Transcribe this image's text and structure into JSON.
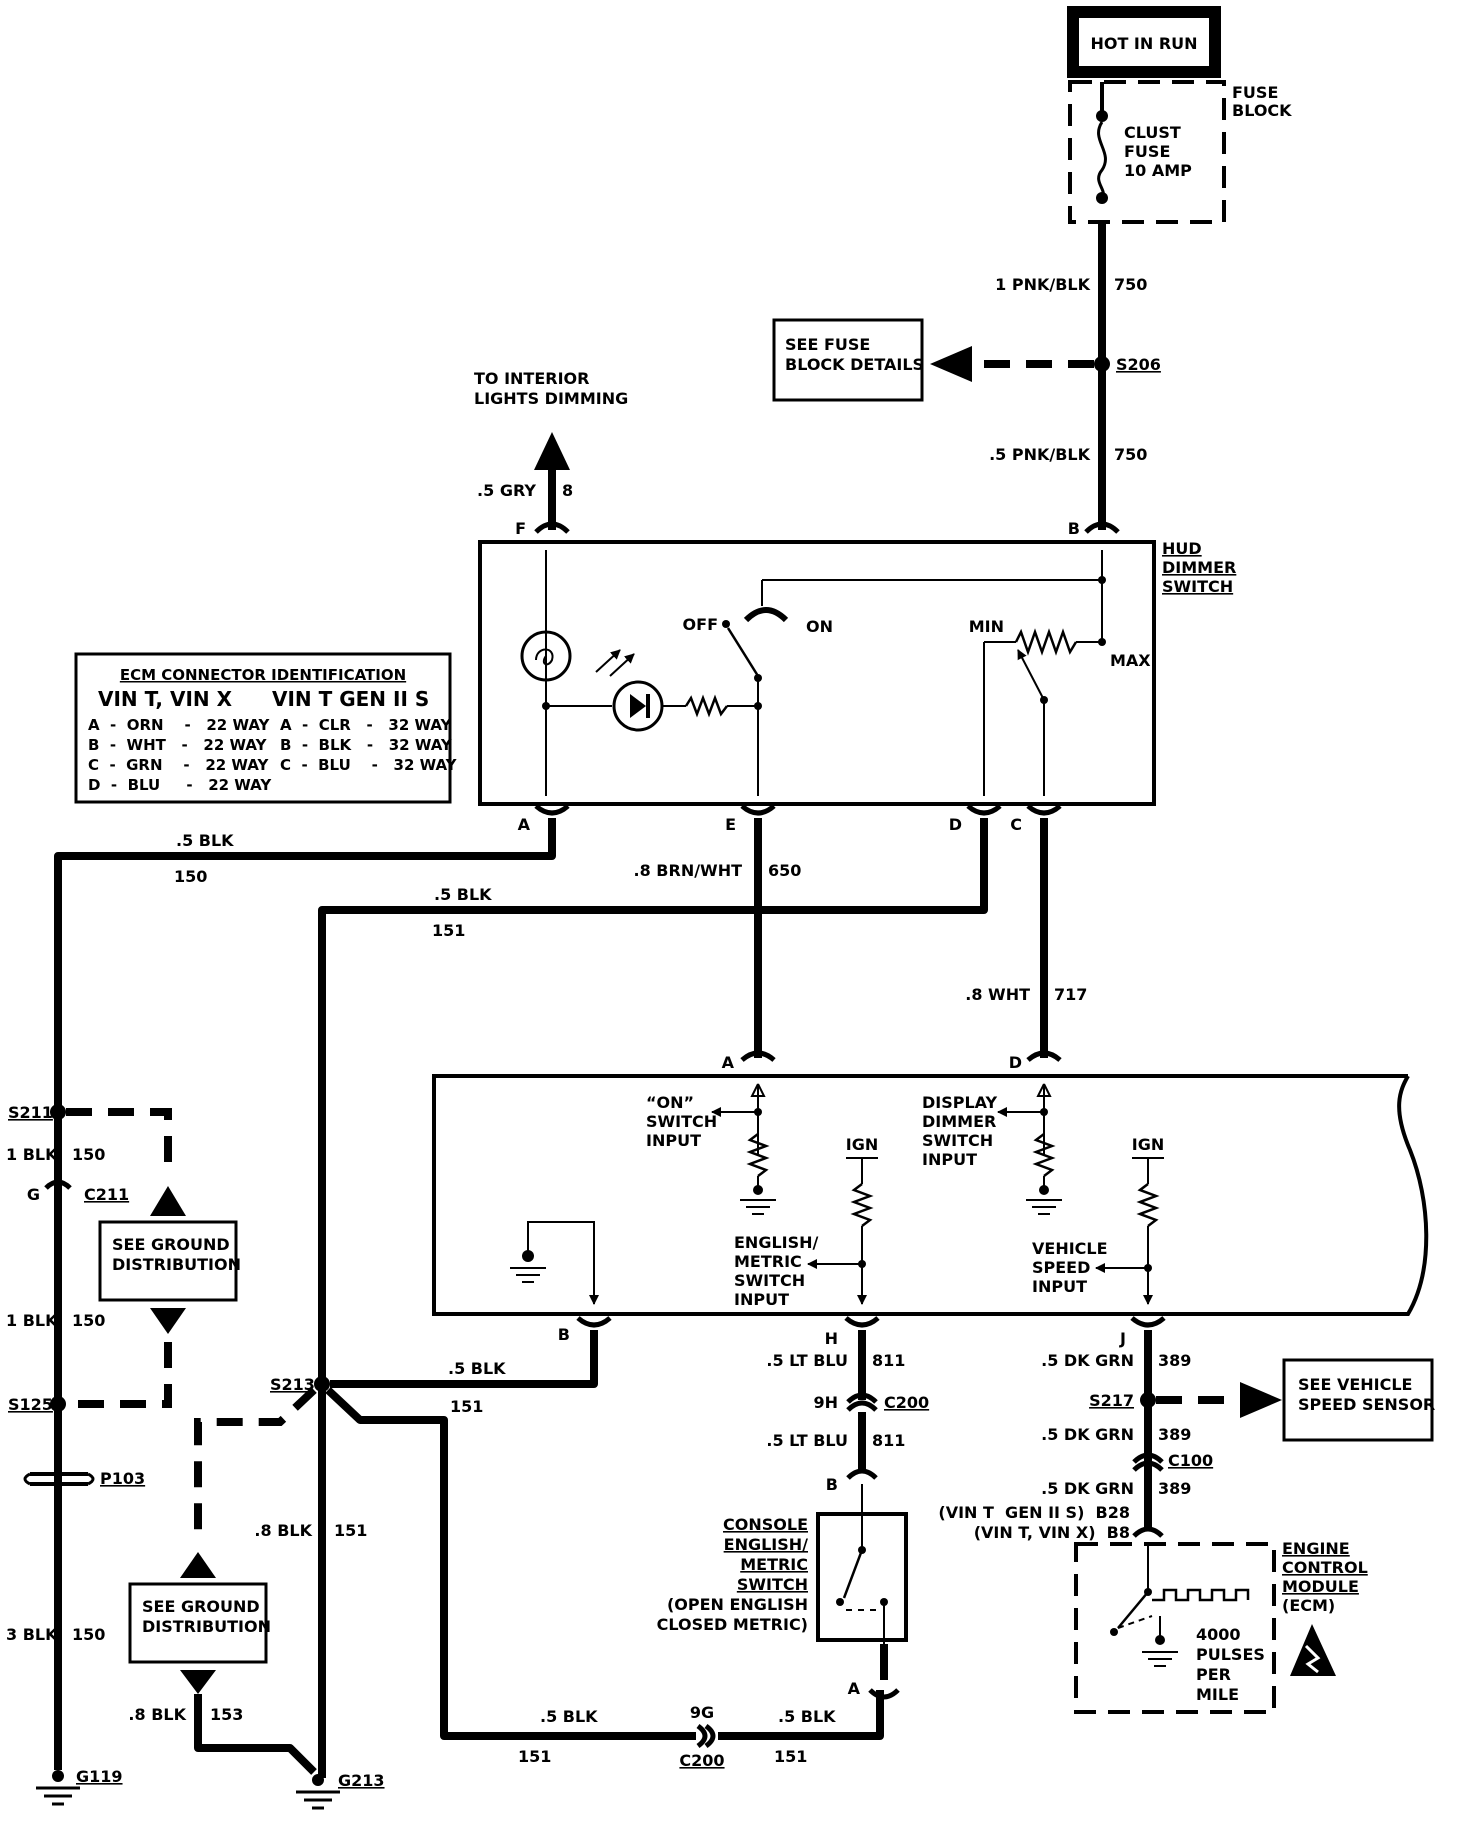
{
  "power": {
    "hot_in_run": "HOT IN RUN"
  },
  "fuse_block": {
    "title_1": "FUSE",
    "title_2": "BLOCK",
    "fuse_1": "CLUST",
    "fuse_2": "FUSE",
    "fuse_3": "10 AMP"
  },
  "see_fuse_block": {
    "line_1": "SEE FUSE",
    "line_2": "BLOCK DETAILS"
  },
  "interior": {
    "line_1": "TO INTERIOR",
    "line_2": "LIGHTS DIMMING"
  },
  "hud": {
    "title_1": "HUD",
    "title_2": "DIMMER",
    "title_3": "SWITCH",
    "off": "OFF",
    "on": "ON",
    "min": "MIN",
    "max": "MAX"
  },
  "ecm_id": {
    "title": "ECM CONNECTOR IDENTIFICATION",
    "col1_head": "VIN T, VIN X",
    "col2_head": "VIN T  GEN II S",
    "col1": [
      "A  -  ORN    -   22 WAY",
      "B  -  WHT   -   22 WAY",
      "C  -  GRN    -   22 WAY",
      "D  -  BLU     -   22 WAY"
    ],
    "col2": [
      "A  -  CLR   -   32 WAY",
      "B  -  BLK   -   32 WAY",
      "C  -  BLU    -   32 WAY"
    ]
  },
  "pins": {
    "hud_f": "F",
    "hud_b": "B",
    "hud_a": "A",
    "hud_e": "E",
    "hud_d": "D",
    "hud_c": "C",
    "ic_a": "A",
    "ic_d": "D",
    "ic_b": "B",
    "ic_h": "H",
    "ic_j": "J",
    "sw_b": "B",
    "sw_a": "A",
    "c200_top": "9H",
    "c200_bottom": "9G"
  },
  "wires": {
    "w750_top_size": "1 PNK/BLK",
    "w750_top_num": "750",
    "w750_bot_size": ".5 PNK/BLK",
    "w750_bot_num": "750",
    "w8_size": ".5 GRY",
    "w8_num": "8",
    "w150a_size": ".5 BLK",
    "w150a_num": "150",
    "w151a_size": ".5 BLK",
    "w151a_num": "151",
    "w650_size": ".8 BRN/WHT",
    "w650_num": "650",
    "w717_size": ".8 WHT",
    "w717_num": "717",
    "w150b_size": "1 BLK",
    "w150b_num": "150",
    "w150c_size": "1 BLK",
    "w150c_num": "150",
    "w150d_size": "3 BLK",
    "w150d_num": "150",
    "w151b_size": ".5 BLK",
    "w151b_num": "151",
    "w151c_size": ".8 BLK",
    "w151c_num": "151",
    "w153_size": ".8 BLK",
    "w153_num": "153",
    "w151d_size": ".5 BLK",
    "w151d_num": "151",
    "w151e_size": ".5 BLK",
    "w151e_num": "151",
    "w811a_size": ".5 LT BLU",
    "w811a_num": "811",
    "w811b_size": ".5 LT BLU",
    "w811b_num": "811",
    "w389a_size": ".5 DK GRN",
    "w389a_num": "389",
    "w389b_size": ".5 DK GRN",
    "w389b_num": "389",
    "w389c_size": ".5 DK GRN",
    "w389c_num": "389"
  },
  "splices": {
    "s206": "S206",
    "s211": "S211",
    "s125": "S125",
    "s213": "S213",
    "s217": "S217"
  },
  "connectors": {
    "c211_pin": "G",
    "c211": "C211",
    "p103": "P103",
    "c200": "C200",
    "c100": "C100"
  },
  "grounds": {
    "g119": "G119",
    "g213": "G213"
  },
  "ground_dist_1": {
    "line_1": "SEE GROUND",
    "line_2": "DISTRIBUTION"
  },
  "ground_dist_2": {
    "line_1": "SEE GROUND",
    "line_2": "DISTRIBUTION"
  },
  "cluster": {
    "on_input": [
      "“ON”",
      "SWITCH",
      "INPUT"
    ],
    "dimmer_input": [
      "DISPLAY",
      "DIMMER",
      "SWITCH",
      "INPUT"
    ],
    "english_input": [
      "ENGLISH/",
      "METRIC",
      "SWITCH",
      "INPUT"
    ],
    "speed_input": [
      "VEHICLE",
      "SPEED",
      "INPUT"
    ],
    "ign_1": "IGN",
    "ign_2": "IGN"
  },
  "console_switch": {
    "lines": [
      "CONSOLE",
      "ENGLISH/",
      "METRIC",
      "SWITCH"
    ],
    "note_1": "(OPEN ENGLISH",
    "note_2": "CLOSED METRIC)"
  },
  "vss": {
    "line_1": "SEE VEHICLE",
    "line_2": "SPEED SENSOR"
  },
  "ecm": {
    "title": [
      "ENGINE",
      "CONTROL",
      "MODULE"
    ],
    "abbr": "(ECM)",
    "pin_line_1": "(VIN T  GEN II S)  B28",
    "pin_line_2": "(VIN T, VIN X)  B8",
    "pulses": [
      "4000",
      "PULSES",
      "PER",
      "MILE"
    ]
  }
}
